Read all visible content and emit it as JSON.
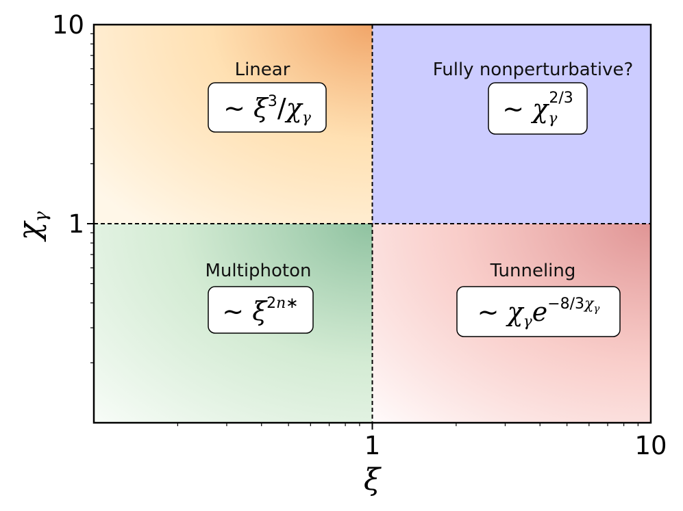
{
  "chart_data": {
    "type": "phase-diagram",
    "xlabel": "ξ",
    "ylabel": "χ",
    "ylabel_subscript": "γ",
    "xscale": "log",
    "yscale": "log",
    "xlim": [
      0.1,
      10
    ],
    "ylim": [
      0.1,
      10
    ],
    "x_ticks": [
      {
        "value": 1,
        "label": "1"
      },
      {
        "value": 10,
        "label": "10"
      }
    ],
    "y_ticks": [
      {
        "value": 1,
        "label": "1"
      },
      {
        "value": 10,
        "label": "10"
      }
    ],
    "thresholds": {
      "x": 1,
      "y": 1
    },
    "regions": [
      {
        "id": "linear",
        "title": "Linear",
        "x_range": [
          0.1,
          1
        ],
        "y_range": [
          1,
          10
        ],
        "color": "#ffcc88",
        "formula": {
          "tilde": "~ ",
          "base": "ξ",
          "sup": "3",
          "slash": "/",
          "var": "χ",
          "sub": "γ"
        }
      },
      {
        "id": "fully-nonperturbative",
        "title": "Fully nonperturbative?",
        "x_range": [
          1,
          10
        ],
        "y_range": [
          1,
          10
        ],
        "color": "#ccccff",
        "formula": {
          "tilde": "~ ",
          "var": "χ",
          "sub": "γ",
          "sup": "2/3"
        }
      },
      {
        "id": "multiphoton",
        "title": "Multiphoton",
        "x_range": [
          0.1,
          1
        ],
        "y_range": [
          0.1,
          1
        ],
        "color": "#9ccf9c",
        "formula": {
          "tilde": "~ ",
          "base": "ξ",
          "sup_num": "2",
          "sup_var": "n",
          "sup_star": "∗"
        }
      },
      {
        "id": "tunneling",
        "title": "Tunneling",
        "x_range": [
          1,
          10
        ],
        "y_range": [
          0.1,
          1
        ],
        "color": "#f29a9a",
        "formula": {
          "tilde": "~ ",
          "var": "χ",
          "sub": "γ",
          "exp_base": "e",
          "sup_coef": "−8/3",
          "sup_var": "χ",
          "sup_sub": "γ"
        }
      }
    ],
    "grid": false,
    "legend": "none"
  }
}
